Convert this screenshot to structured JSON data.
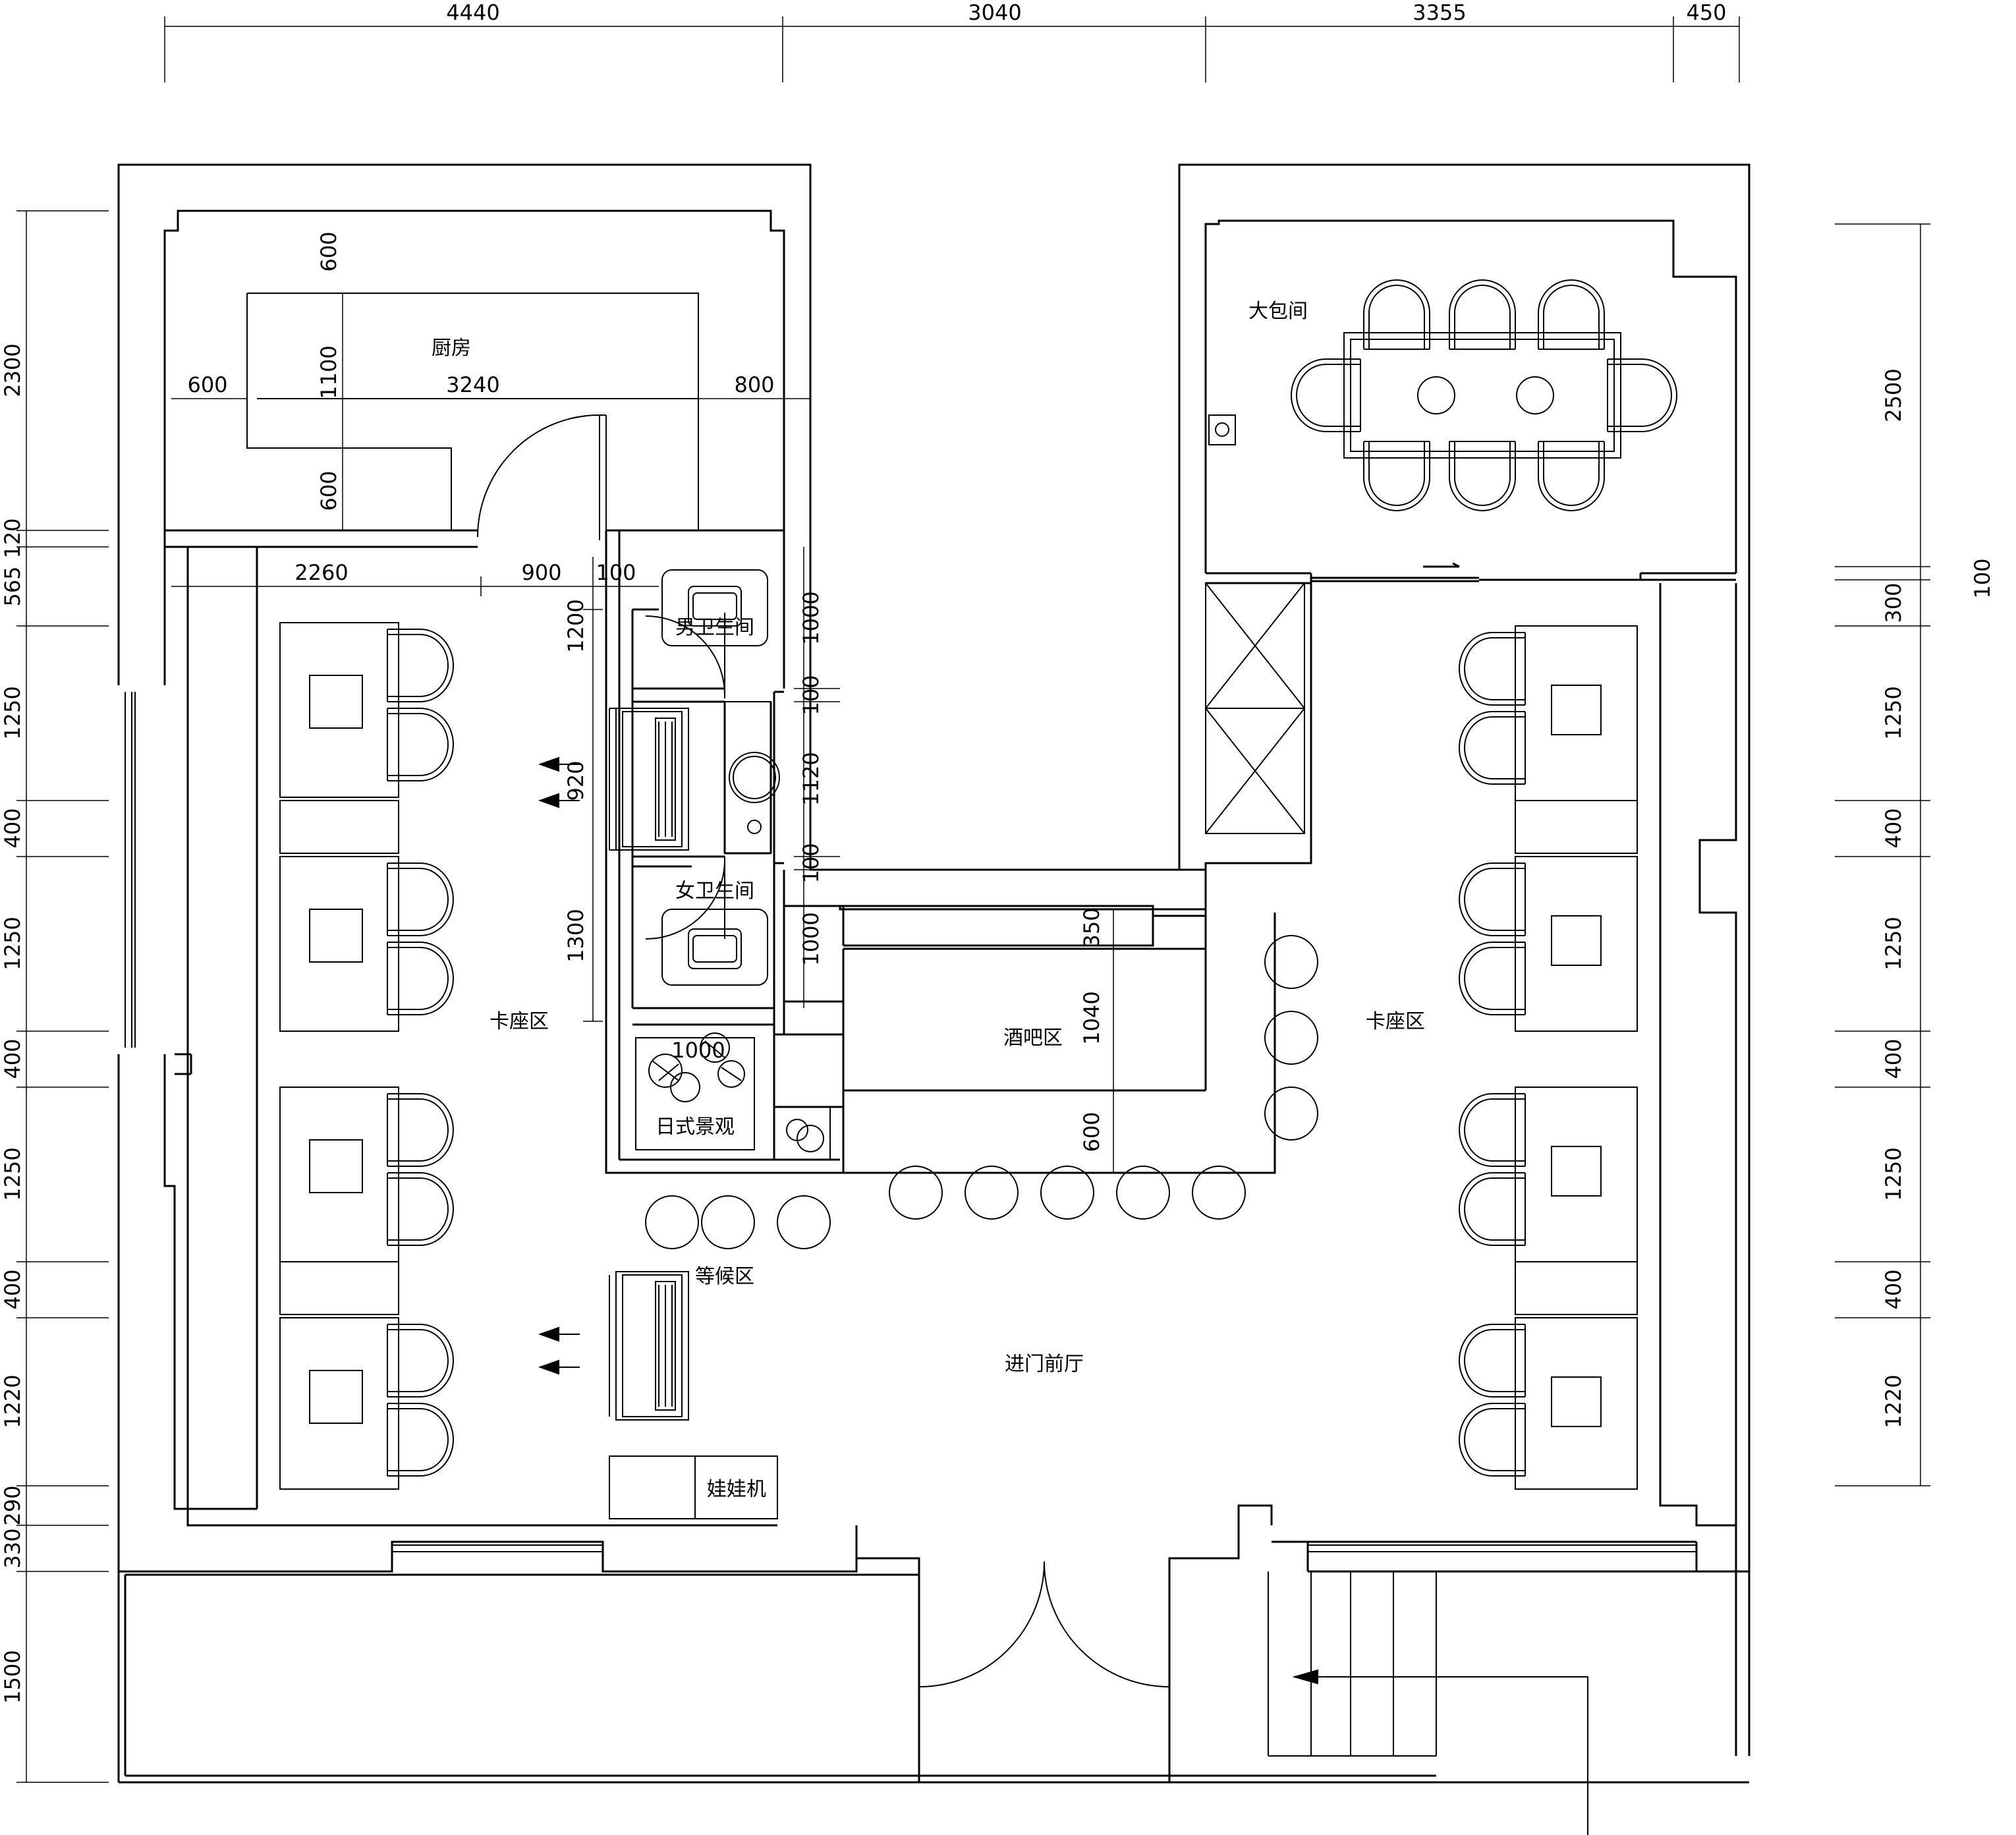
{
  "rooms": {
    "kitchen": "厨房",
    "private_room": "大包间",
    "mens_restroom": "男卫生间",
    "womens_restroom": "女卫生间",
    "booth_left": "卡座区",
    "booth_right": "卡座区",
    "bar": "酒吧区",
    "japanese_garden": "日式景观",
    "waiting": "等候区",
    "lobby": "进门前厅",
    "claw_machine": "娃娃机"
  },
  "dims_top": [
    "4440",
    "3040",
    "3355",
    "450"
  ],
  "dims_left": [
    "2300",
    "120",
    "565",
    "1250",
    "400",
    "1250",
    "400",
    "1250",
    "400",
    "1220",
    "290",
    "330",
    "1500"
  ],
  "dims_right": [
    "2500",
    "100",
    "300",
    "1250",
    "400",
    "1250",
    "400",
    "1250",
    "400",
    "1220"
  ],
  "dims_kitchen": {
    "top": "600",
    "mid": "1100",
    "bottom": "600",
    "left": "600",
    "width": "3240",
    "right": "800"
  },
  "dims_corridor": {
    "a": "2260",
    "b": "900",
    "c": "100"
  },
  "dims_restroom": {
    "a": "1200",
    "b": "1000",
    "c": "100",
    "d": "920",
    "e": "1120",
    "f": "100",
    "g": "1300",
    "h": "1000"
  },
  "dims_bar": {
    "a": "350",
    "b": "1040",
    "c": "600",
    "d": "1000"
  }
}
